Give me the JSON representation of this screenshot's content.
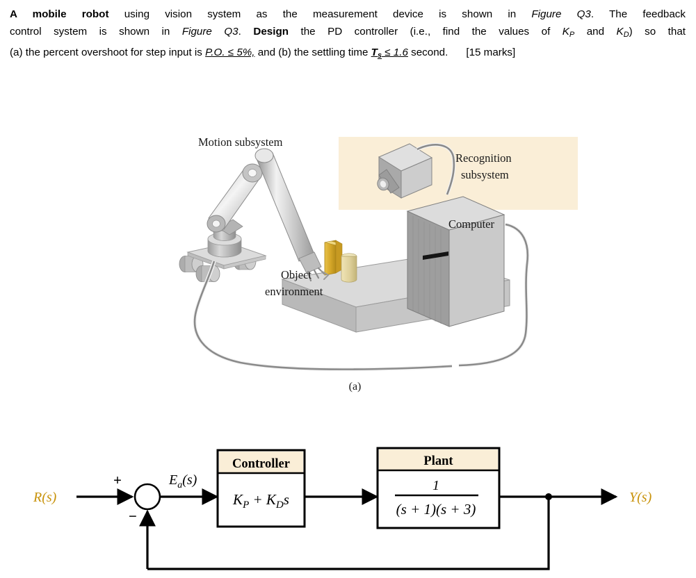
{
  "question": {
    "line1_bold_lead": "A mobile robot",
    "line1_rest_a": "using vision system as the measurement device is shown in ",
    "line1_italic": "Figure Q3",
    "line1_rest_b": ". The feedback",
    "line2_a": "control system is shown in ",
    "line2_italic": "Figure Q3",
    "line2_b": ". ",
    "line2_bold": "Design",
    "line2_c": " the PD controller (i.e., find the values of ",
    "line2_kp": "K",
    "line2_kp_sub": "P",
    "line2_d": " and ",
    "line2_kd": "K",
    "line2_kd_sub": "D",
    "line2_e": ") so that",
    "line3_a": "(a)  the percent overshoot for step input is ",
    "line3_underline1": "P.O. ≤ 5%,",
    "line3_b": " and (b) the settling time ",
    "line3_ts": "T",
    "line3_ts_sub": "s",
    "line3_underline2": " ≤ 1.6",
    "line3_c": " second.",
    "marks": "[15 marks]"
  },
  "figure_a": {
    "caption": "(a)",
    "labels": {
      "motion_subsystem": "Motion subsystem",
      "recognition_subsystem_line1": "Recognition",
      "recognition_subsystem_line2": "subsystem",
      "computer": "Computer",
      "object_line1": "Object",
      "object_line2": "environment"
    },
    "colors": {
      "cream_panel": "#faeed7",
      "metal_light": "#e2e2e2",
      "metal_mid": "#c9c9c9",
      "metal_dark": "#a8a8a8",
      "metal_darker": "#8f8f8f",
      "gold_object": "#d6a82a",
      "gold_object_light": "#e8d79a",
      "platform_top": "#d8d8d8",
      "platform_side": "#b8b8b8",
      "outline": "#6e6e6e"
    }
  },
  "block_diagram": {
    "input_label": "R(s)",
    "output_label": "Y(s)",
    "error_label": "E",
    "error_label_sub": "a",
    "error_label_tail": "(s)",
    "plus_sign": "+",
    "minus_sign": "−",
    "controller": {
      "header": "Controller",
      "body": "K",
      "body_sub1": "P",
      "body_mid": " + K",
      "body_sub2": "D",
      "body_tail": "s"
    },
    "plant": {
      "header": "Plant",
      "numerator": "1",
      "denominator": "(s + 1)(s + 3)"
    },
    "colors": {
      "signal_gold": "#c8920a",
      "line": "#000000",
      "header_fill": "#faeed7"
    }
  }
}
